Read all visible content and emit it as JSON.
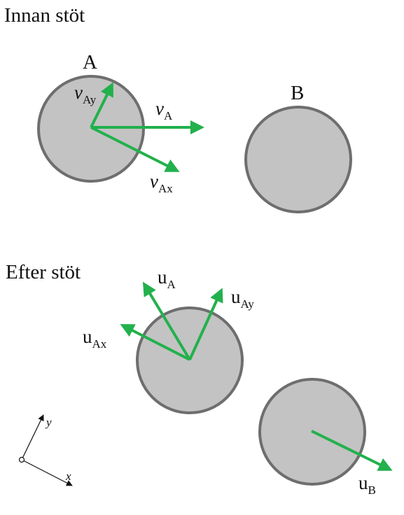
{
  "headings": {
    "before": "Innan stöt",
    "after": "Efter stöt"
  },
  "balls": {
    "a_label": "A",
    "b_label": "B"
  },
  "vectors_before": {
    "vA": {
      "main": "v",
      "sub": "A"
    },
    "vAx": {
      "main": "v",
      "sub": "Ax"
    },
    "vAy": {
      "main": "v",
      "sub": "Ay"
    }
  },
  "vectors_after": {
    "uA": {
      "main": "u",
      "sub": "A"
    },
    "uAx": {
      "main": "u",
      "sub": "Ax"
    },
    "uAy": {
      "main": "u",
      "sub": "Ay"
    },
    "uB": {
      "main": "u",
      "sub": "B"
    }
  },
  "axes": {
    "x_label": "x",
    "y_label": "y"
  },
  "colors": {
    "ball_fill": "#c3c3c3",
    "ball_stroke": "#6e6e6e",
    "vector": "#22b14c",
    "axes": "#111111"
  }
}
